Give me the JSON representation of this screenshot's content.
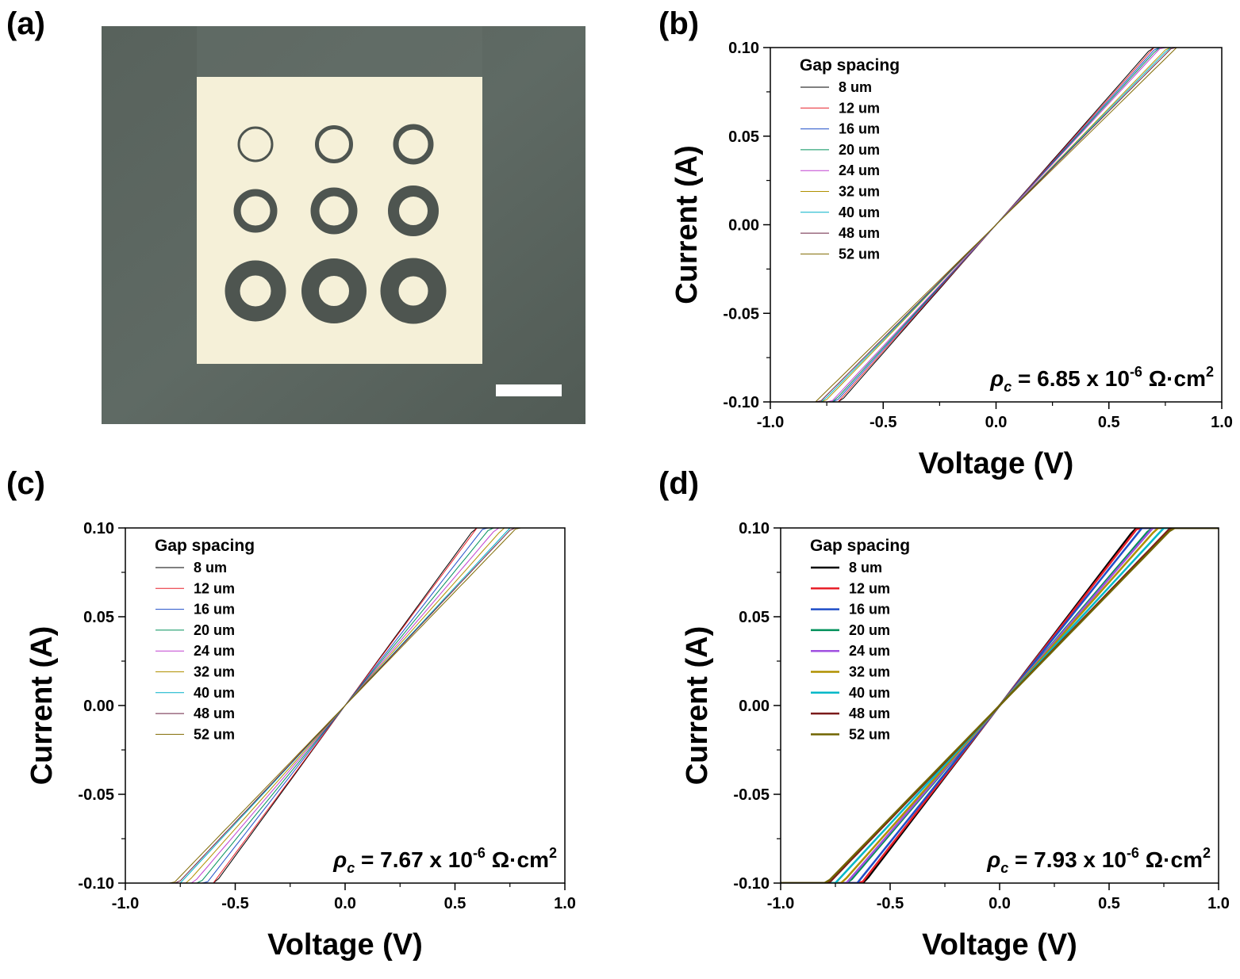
{
  "panel_labels": {
    "a": "(a)",
    "b": "(b)",
    "c": "(c)",
    "d": "(d)"
  },
  "micrograph": {
    "rings": 9,
    "background_color": "#55605a",
    "pad_color": "#f4efd6",
    "ring_color": "#4b524d"
  },
  "chart_data": [
    {
      "panel": "(b)",
      "type": "line",
      "xlabel": "Voltage (V)",
      "ylabel": "Current (A)",
      "xlim": [
        -1.0,
        1.0
      ],
      "ylim": [
        -0.1,
        0.1
      ],
      "xticks": [
        "-1.0",
        "-0.5",
        "0.0",
        "0.5",
        "1.0"
      ],
      "yticks": [
        "-0.10",
        "-0.05",
        "0.00",
        "0.05",
        "0.10"
      ],
      "legend_title": "Gap spacing",
      "legend_position": "top-left",
      "annotation": {
        "prefix": "ρ",
        "sub": "c",
        "mid": " = 6.85 x 10",
        "sup": "-6",
        "unit": " Ω·cm",
        "unit_sup": "2"
      },
      "line_width": 1,
      "series": [
        {
          "name": "8 um",
          "color": "#000000",
          "slope": 0.1449
        },
        {
          "name": "12 um",
          "color": "#e8202a",
          "slope": 0.1429
        },
        {
          "name": "16 um",
          "color": "#1f4ec8",
          "slope": 0.1408
        },
        {
          "name": "20 um",
          "color": "#00905a",
          "slope": 0.1389
        },
        {
          "name": "24 um",
          "color": "#c040d0",
          "slope": 0.137
        },
        {
          "name": "32 um",
          "color": "#b09000",
          "slope": 0.1316
        },
        {
          "name": "40 um",
          "color": "#00b0c8",
          "slope": 0.1299
        },
        {
          "name": "48 um",
          "color": "#6a2040",
          "slope": 0.1282
        },
        {
          "name": "52 um",
          "color": "#806a00",
          "slope": 0.125
        }
      ]
    },
    {
      "panel": "(c)",
      "type": "line",
      "xlabel": "Voltage (V)",
      "ylabel": "Current (A)",
      "xlim": [
        -1.0,
        1.0
      ],
      "ylim": [
        -0.1,
        0.1
      ],
      "xticks": [
        "-1.0",
        "-0.5",
        "0.0",
        "0.5",
        "1.0"
      ],
      "yticks": [
        "-0.10",
        "-0.05",
        "0.00",
        "0.05",
        "0.10"
      ],
      "legend_title": "Gap spacing",
      "legend_position": "top-left",
      "annotation": {
        "prefix": "ρ",
        "sub": "c",
        "mid": " = 7.67 x 10",
        "sup": "-6",
        "unit": " Ω·cm",
        "unit_sup": "2"
      },
      "line_width": 1,
      "series": [
        {
          "name": "8 um",
          "color": "#000000",
          "slope": 0.1695
        },
        {
          "name": "12 um",
          "color": "#e8202a",
          "slope": 0.1667
        },
        {
          "name": "16 um",
          "color": "#1f4ec8",
          "slope": 0.1587
        },
        {
          "name": "20 um",
          "color": "#00905a",
          "slope": 0.1515
        },
        {
          "name": "24 um",
          "color": "#c040d0",
          "slope": 0.1449
        },
        {
          "name": "32 um",
          "color": "#b09000",
          "slope": 0.1389
        },
        {
          "name": "40 um",
          "color": "#00b0c8",
          "slope": 0.1333
        },
        {
          "name": "48 um",
          "color": "#6a2040",
          "slope": 0.1316
        },
        {
          "name": "52 um",
          "color": "#806a00",
          "slope": 0.1282
        }
      ]
    },
    {
      "panel": "(d)",
      "type": "line",
      "xlabel": "Voltage (V)",
      "ylabel": "Current (A)",
      "xlim": [
        -1.0,
        1.0
      ],
      "ylim": [
        -0.1,
        0.1
      ],
      "xticks": [
        "-1.0",
        "-0.5",
        "0.0",
        "0.5",
        "1.0"
      ],
      "yticks": [
        "-0.10",
        "-0.05",
        "0.00",
        "0.05",
        "0.10"
      ],
      "legend_title": "Gap spacing",
      "legend_position": "top-left",
      "annotation": {
        "prefix": "ρ",
        "sub": "c",
        "mid": " = 7.93 x 10",
        "sup": "-6",
        "unit": " Ω·cm",
        "unit_sup": "2"
      },
      "line_width": 2.5,
      "series": [
        {
          "name": "8 um",
          "color": "#000000",
          "slope": 0.1613
        },
        {
          "name": "12 um",
          "color": "#e8202a",
          "slope": 0.1587
        },
        {
          "name": "16 um",
          "color": "#1f4ec8",
          "slope": 0.1538
        },
        {
          "name": "20 um",
          "color": "#00905a",
          "slope": 0.1449
        },
        {
          "name": "24 um",
          "color": "#a050e0",
          "slope": 0.1429
        },
        {
          "name": "32 um",
          "color": "#b09000",
          "slope": 0.1389
        },
        {
          "name": "40 um",
          "color": "#00b8c8",
          "slope": 0.1333
        },
        {
          "name": "48 um",
          "color": "#7a1a1a",
          "slope": 0.1282
        },
        {
          "name": "52 um",
          "color": "#706400",
          "slope": 0.1266
        }
      ]
    }
  ]
}
